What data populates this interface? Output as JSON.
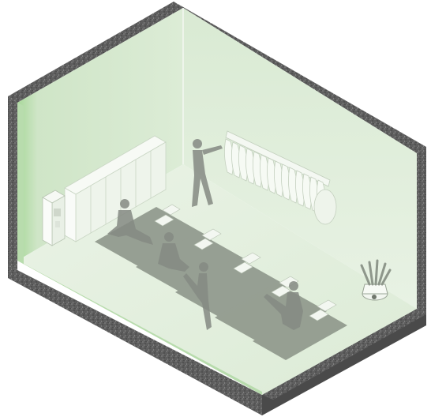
{
  "scene": {
    "subject": "isometric-yoga-studio-room",
    "colors": {
      "background": "#ffffff",
      "wall_cut": "#5d5d5d",
      "wall_cut_dark": "#3e3e3e",
      "wall_cut_light": "#8a8a8a",
      "room_tint_light": "#e6f1e2",
      "room_tint": "#d6e8d1",
      "room_tint_dark": "#bcd8b5",
      "accent_green": "#a8d89a",
      "floor": "#e3eedf",
      "mat": "#8e978b",
      "figure": "#858a83",
      "furniture": "#f4f8f2"
    },
    "elements": {
      "mats_count": 5,
      "people_count": 5,
      "lockers_count": 6,
      "hanging_cushions_count": 14
    }
  }
}
